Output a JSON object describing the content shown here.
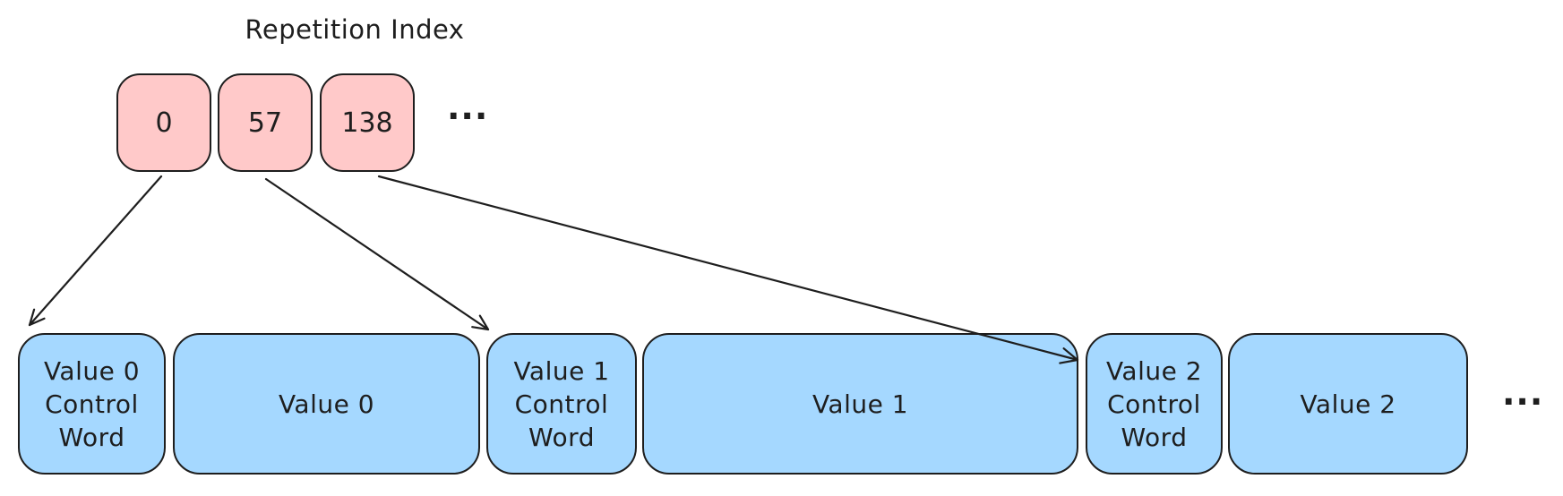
{
  "colors": {
    "stroke": "#1e1e1e",
    "index_fill": "#ffc9c9",
    "value_fill": "#a5d8ff",
    "canvas_bg": "#ffffff"
  },
  "title": "Repetition Index",
  "index_row": {
    "cells": [
      {
        "value": "0"
      },
      {
        "value": "57"
      },
      {
        "value": "138"
      }
    ],
    "ellipsis": "..."
  },
  "value_row": {
    "cells": [
      {
        "label": "Value 0\nControl\nWord"
      },
      {
        "label": "Value 0"
      },
      {
        "label": "Value 1\nControl\nWord"
      },
      {
        "label": "Value 1"
      },
      {
        "label": "Value 2\nControl\nWord"
      },
      {
        "label": "Value 2"
      }
    ],
    "ellipsis": "..."
  },
  "arrows": [
    {
      "from": "index cell 0",
      "to": "Value 0 Control Word"
    },
    {
      "from": "index cell 57",
      "to": "Value 1 Control Word"
    },
    {
      "from": "index cell 138",
      "to": "Value 2 Control Word"
    }
  ]
}
